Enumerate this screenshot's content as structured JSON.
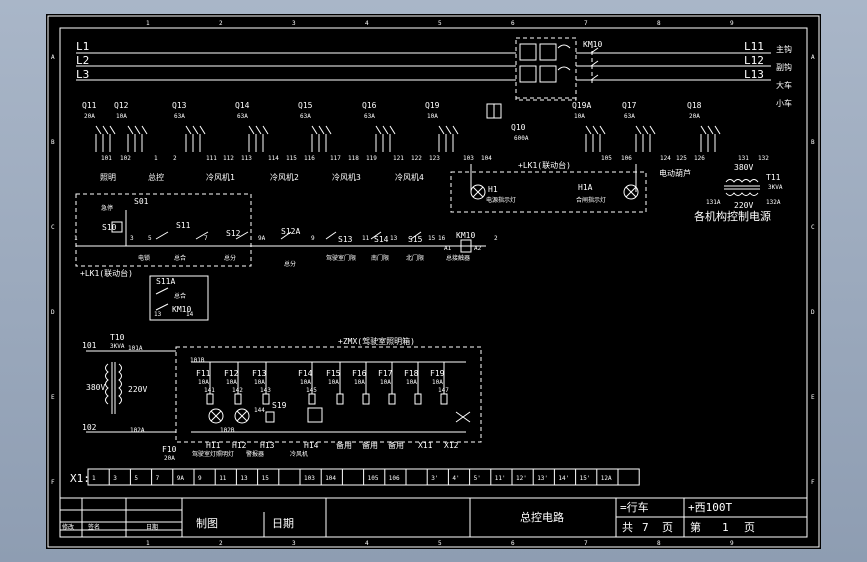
{
  "border": {
    "cols": [
      "1",
      "2",
      "3",
      "4",
      "5",
      "6",
      "7",
      "8",
      "9"
    ],
    "rows": [
      "A",
      "B",
      "C",
      "D",
      "E",
      "F"
    ]
  },
  "bus": {
    "left": [
      "L1",
      "L2",
      "L3"
    ],
    "right": [
      "L11",
      "L12",
      "L13"
    ]
  },
  "right_labels": [
    "主钩",
    "副钩",
    "大车",
    "小车"
  ],
  "contactor_main": "KM10",
  "breakers": [
    {
      "name": "Q11",
      "rating": "20A"
    },
    {
      "name": "Q12",
      "rating": "10A"
    },
    {
      "name": "Q13",
      "rating": "63A"
    },
    {
      "name": "Q14",
      "rating": "63A"
    },
    {
      "name": "Q15",
      "rating": "63A"
    },
    {
      "name": "Q16",
      "rating": "63A"
    },
    {
      "name": "Q19",
      "rating": "10A"
    },
    {
      "name": "Q19A",
      "rating": "10A"
    },
    {
      "name": "Q17",
      "rating": "63A"
    },
    {
      "name": "Q18",
      "rating": "20A"
    }
  ],
  "q10": {
    "name": "Q10",
    "rating": "600A"
  },
  "wires": [
    "101",
    "102",
    "1",
    "2",
    "111",
    "112",
    "113",
    "114",
    "115",
    "116",
    "117",
    "118",
    "119",
    "121",
    "122",
    "123",
    "103",
    "104",
    "105",
    "106",
    "124",
    "125",
    "126",
    "131",
    "132"
  ],
  "groups": [
    "照明",
    "总控",
    "冷风机1",
    "冷风机2",
    "冷风机3",
    "冷风机4",
    "电动葫芦"
  ],
  "lk1_box": {
    "title": "+LK1(联动台)",
    "h1": "H1",
    "h1_desc": "电源指示灯",
    "h1a": "H1A",
    "h1a_desc": "合闸指示灯"
  },
  "t11": {
    "name": "T11",
    "rating": "3KVA",
    "primary": "380V",
    "secondary": "220V",
    "w1": "131A",
    "w2": "132A",
    "caption": "各机构控制电源"
  },
  "control": {
    "s01": "S01",
    "emergency": "急停",
    "s10": "S10",
    "lock": "电锁",
    "s11": "S11",
    "s11_state": "总合",
    "s12": "S12",
    "s12_state": "总分",
    "s12a": "S12A",
    "s12a_state": "总分",
    "s13": "S13",
    "s13_desc": "驾驶室门限",
    "s14": "S14",
    "s14_desc": "南门限",
    "s15": "S15",
    "s15_desc": "北门限",
    "km10": "KM10",
    "km10_desc": "总接触器",
    "a1": "A1",
    "a2": "A2",
    "s11a": "S11A",
    "s11a_state": "总合",
    "km10b": "KM10",
    "lk1": "+LK1(联动台)",
    "nodes": [
      "1",
      "3",
      "5",
      "7",
      "9A",
      "9",
      "11",
      "13",
      "15",
      "16",
      "2",
      "13",
      "14"
    ]
  },
  "t10": {
    "name": "T10",
    "rating": "3KVA",
    "primary": "380V",
    "secondary": "220V",
    "in1": "101",
    "in2": "102",
    "out1": "101A",
    "out2": "102A"
  },
  "zmx": {
    "title": "+ZMX(驾驶室照明箱)",
    "fuses": [
      {
        "name": "F11",
        "rating": "10A",
        "wire": "141"
      },
      {
        "name": "F12",
        "rating": "10A",
        "wire": "142"
      },
      {
        "name": "F13",
        "rating": "10A",
        "wire": "143"
      },
      {
        "name": "F14",
        "rating": "10A",
        "wire": "145"
      },
      {
        "name": "F15",
        "rating": "10A",
        "wire": ""
      },
      {
        "name": "F16",
        "rating": "10A",
        "wire": ""
      },
      {
        "name": "F17",
        "rating": "10A",
        "wire": ""
      },
      {
        "name": "F18",
        "rating": "10A",
        "wire": ""
      },
      {
        "name": "F19",
        "rating": "10A",
        "wire": "147"
      }
    ],
    "f10": {
      "name": "F10",
      "rating": "20A"
    },
    "wire_101b": "101B",
    "wire_102b": "102B",
    "wire_144": "144",
    "s19": "S19",
    "loads": [
      {
        "name": "H11",
        "desc": "驾驶室灯照明灯"
      },
      {
        "name": "H12",
        "desc": ""
      },
      {
        "name": "H13",
        "desc": "警报器"
      },
      {
        "name": "H14",
        "desc": "冷风机"
      },
      {
        "name": "备用",
        "desc": ""
      },
      {
        "name": "备用",
        "desc": ""
      },
      {
        "name": "备用",
        "desc": ""
      },
      {
        "name": "X11",
        "desc": ""
      },
      {
        "name": "X12",
        "desc": ""
      }
    ]
  },
  "terminal": {
    "label": "X1:",
    "cells": [
      "1",
      "3",
      "5",
      "7",
      "9A",
      "9",
      "11",
      "13",
      "15",
      "",
      "103",
      "104",
      "",
      "105",
      "106",
      "",
      "3'",
      "4'",
      "5'",
      "11'",
      "12'",
      "13'",
      "14'",
      "15'",
      "12A",
      ""
    ]
  },
  "title_block": {
    "col_heads": [
      "修改",
      "签名",
      "日期"
    ],
    "draw": "制图",
    "date": "日期",
    "title": "总控电路",
    "project": "=行车",
    "code": "+西100T",
    "total": "共",
    "total_n": "7",
    "page_unit": "页",
    "page": "第",
    "page_n": "1",
    "page_unit2": "页"
  }
}
